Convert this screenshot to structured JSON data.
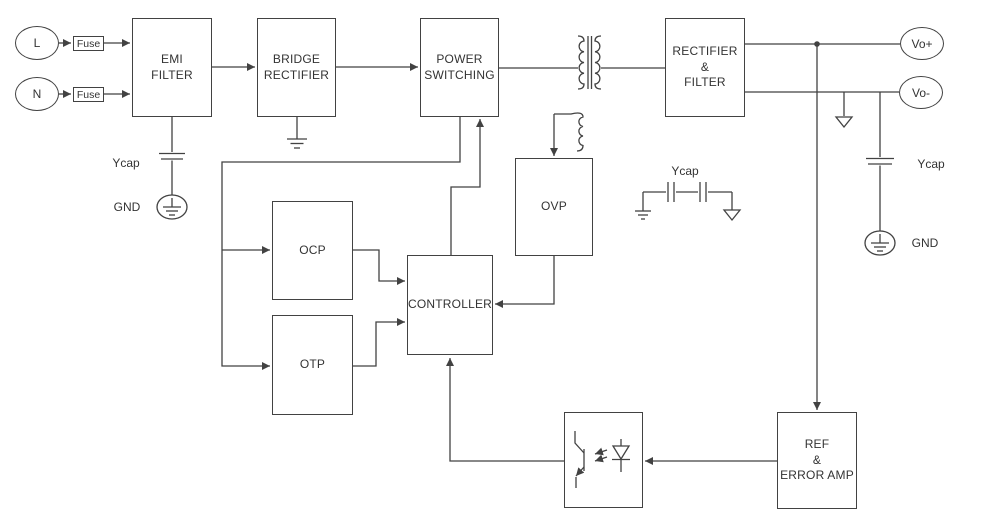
{
  "blocks": {
    "emi_filter": {
      "label": "EMI\nFILTER"
    },
    "bridge_rectifier": {
      "label": "BRIDGE\nRECTIFIER"
    },
    "power_switching": {
      "label": "POWER\nSWITCHING"
    },
    "rectifier_filter": {
      "label": "RECTIFIER\n&\nFILTER"
    },
    "ocp": {
      "label": "OCP"
    },
    "otp": {
      "label": "OTP"
    },
    "controller": {
      "label": "CONTROLLER"
    },
    "ovp": {
      "label": "OVP"
    },
    "ref_error_amp": {
      "label": "REF\n&\nERROR AMP"
    }
  },
  "terminals": {
    "line": "L",
    "neutral": "N",
    "vo_plus": "Vo+",
    "vo_minus": "Vo-"
  },
  "fuse": {
    "label": "Fuse"
  },
  "annotations": {
    "ycap_primary": "Ycap",
    "gnd_primary": "GND",
    "ycap_bridging": "Ycap",
    "ycap_secondary": "Ycap",
    "gnd_secondary": "GND"
  },
  "icons": {
    "transformer": "transformer-icon",
    "optocoupler": "optocoupler-icon",
    "earth_ground": "earth-ground-icon",
    "chassis_ground": "chassis-ground-icon",
    "protective_earth": "protective-earth-icon",
    "capacitor": "capacitor-icon"
  },
  "colors": {
    "line": "#424242",
    "text": "#333333",
    "background": "#ffffff"
  }
}
